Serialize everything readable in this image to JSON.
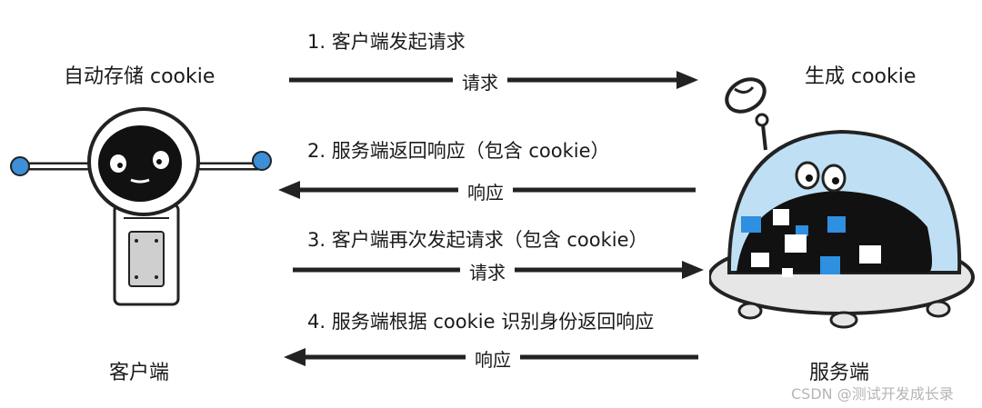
{
  "client": {
    "caption_top": "自动存储 cookie",
    "caption_bottom": "客户端"
  },
  "server": {
    "caption_top": "生成 cookie",
    "caption_bottom": "服务端"
  },
  "steps": [
    {
      "text": "1. 客户端发起请求",
      "arrow_label": "请求",
      "direction": "right"
    },
    {
      "text": "2. 服务端返回响应（包含 cookie）",
      "arrow_label": "响应",
      "direction": "left"
    },
    {
      "text": "3. 客户端再次发起请求（包含 cookie）",
      "arrow_label": "请求",
      "direction": "right"
    },
    {
      "text": "4. 服务端根据 cookie 识别身份返回响应",
      "arrow_label": "响应",
      "direction": "left"
    }
  ],
  "watermark": "CSDN @测试开发成长录"
}
